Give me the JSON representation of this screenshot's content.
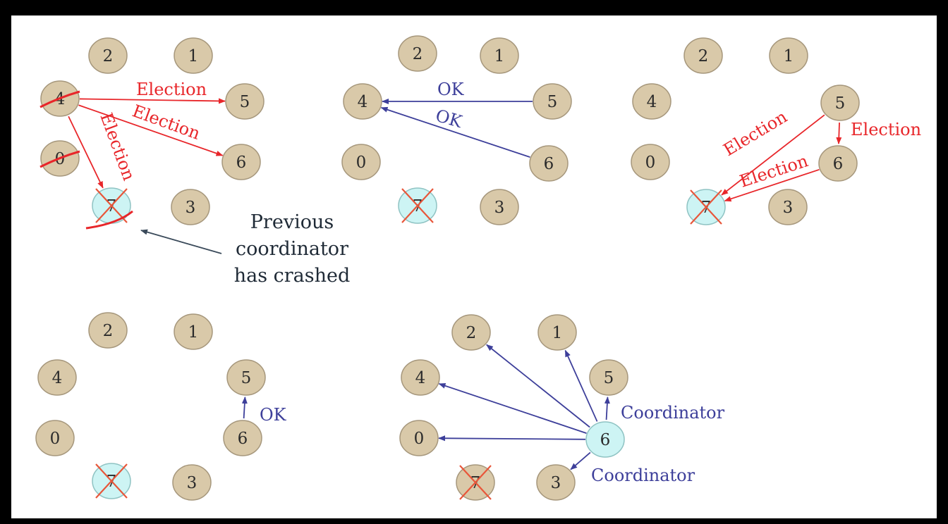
{
  "colors": {
    "node_fill": "#d9c9a9",
    "node_stroke": "#a6977c",
    "coordinator_fill": "#cdf4f4",
    "coordinator_stroke": "#8fc3c3",
    "election": "#e8262a",
    "ok": "#3d3f9a",
    "caption_arrow": "#3a4a5a",
    "cross": "#e8563a"
  },
  "panels": [
    {
      "nodes": [
        "2",
        "1",
        "4",
        "5",
        "0",
        "6",
        "7",
        "3"
      ],
      "crossed": [
        "7"
      ],
      "struck": [
        "4",
        "0"
      ],
      "edges": [
        {
          "from": "4",
          "to": "5",
          "label": "Election",
          "kind": "election"
        },
        {
          "from": "4",
          "to": "6",
          "label": "Election",
          "kind": "election"
        },
        {
          "from": "4",
          "to": "7",
          "label": "Election",
          "kind": "election"
        }
      ],
      "caption": [
        "Previous",
        "coordinator",
        "has crashed"
      ]
    },
    {
      "nodes": [
        "2",
        "1",
        "4",
        "5",
        "0",
        "6",
        "7",
        "3"
      ],
      "crossed": [
        "7"
      ],
      "edges": [
        {
          "from": "5",
          "to": "4",
          "label": "OK",
          "kind": "ok"
        },
        {
          "from": "6",
          "to": "4",
          "label": "OK",
          "kind": "ok"
        }
      ]
    },
    {
      "nodes": [
        "2",
        "1",
        "4",
        "5",
        "0",
        "6",
        "7",
        "3"
      ],
      "crossed": [
        "7"
      ],
      "edges": [
        {
          "from": "5",
          "to": "7",
          "label": "Election",
          "kind": "election"
        },
        {
          "from": "5",
          "to": "6",
          "label": "Election",
          "kind": "election"
        },
        {
          "from": "6",
          "to": "7",
          "label": "Election",
          "kind": "election"
        }
      ]
    },
    {
      "nodes": [
        "2",
        "1",
        "4",
        "5",
        "0",
        "6",
        "7",
        "3"
      ],
      "crossed": [
        "7"
      ],
      "edges": [
        {
          "from": "6",
          "to": "5",
          "label": "OK",
          "kind": "ok"
        }
      ]
    },
    {
      "nodes": [
        "2",
        "1",
        "4",
        "5",
        "0",
        "6",
        "7",
        "3"
      ],
      "crossed": [
        "7"
      ],
      "coordinator": "6",
      "edges": [
        {
          "from": "6",
          "to": "2",
          "label": "",
          "kind": "ok"
        },
        {
          "from": "6",
          "to": "1",
          "label": "",
          "kind": "ok"
        },
        {
          "from": "6",
          "to": "4",
          "label": "",
          "kind": "ok"
        },
        {
          "from": "6",
          "to": "5",
          "label": "Coordinator",
          "kind": "ok"
        },
        {
          "from": "6",
          "to": "0",
          "label": "",
          "kind": "ok"
        },
        {
          "from": "6",
          "to": "3",
          "label": "Coordinator",
          "kind": "ok"
        }
      ]
    }
  ]
}
